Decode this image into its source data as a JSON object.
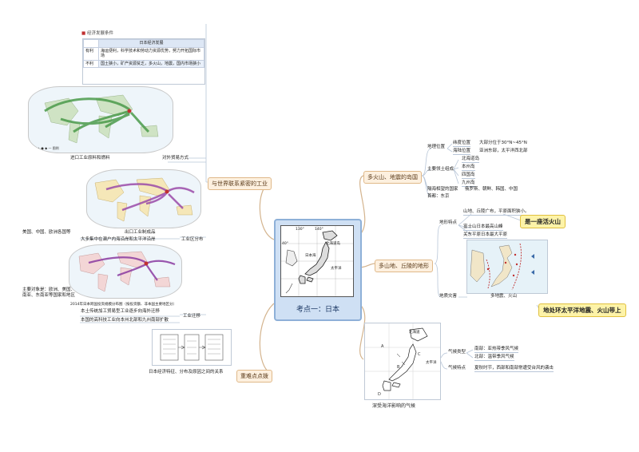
{
  "center": {
    "title": "考点一：日本"
  },
  "left": {
    "industry": {
      "label": "与世界联系紧密的工业",
      "econ_table": {
        "header_tag": "经济发展条件",
        "title": "日本经济发展",
        "rows": [
          {
            "k": "有利",
            "v": "海运便利，科学技术和劳动力资源优势，努力开拓国际市场"
          },
          {
            "k": "不利",
            "v": "国土狭小，矿产资源贫乏，多火山，地震，国内市场狭小"
          }
        ]
      },
      "map1_caption": "进口工业原料和燃料",
      "trade_label": "对外贸易方式",
      "map2_caption": "出口工业制成品",
      "partners": "美国、中国、欧洲各国等",
      "distribution": "大多集中在濑户内海沿岸和太平洋沿岸",
      "distribution_label": "工业区分布",
      "relocation_targets": "主要对象是：欧洲、美国、南亚、东南亚等国家和地区",
      "map3_note": "2014年日本跨国投资规模分布图（按投资额、非本国主要地区分）",
      "relocate_main": "本土传统加工贸易型工业逐步向海外迁移",
      "relocation_label": "工业迁移",
      "hightech": "本国的高科技工业向本州北部和九州南部扩散"
    },
    "difficult": {
      "label": "重难点点拨",
      "caption": "日本经济特征、分布及原因之间的关系"
    }
  },
  "right": {
    "islands": {
      "label": "多火山、地震的岛国",
      "location_label": "地理位置",
      "lat_label": "纬度位置",
      "lat_value": "大部分位于30°N~45°N",
      "sea_label": "海陆位置",
      "sea_value": "亚洲东部，太平洋西北部",
      "main_islands_label": "主要领土组成",
      "main_islands": [
        "北海道岛",
        "本州岛",
        "四国岛",
        "九州岛"
      ],
      "neighbors_label": "隔海相望的国家",
      "neighbors_value": "俄罗斯、朝鲜、韩国、中国",
      "capital": "首都：东京"
    },
    "mountains": {
      "label": "多山地、丘陵的地形",
      "terrain_label": "地形特点",
      "terrain_1": "山地、丘陵广布，平原面积狭小。",
      "volcano_hl": "是一座活火山",
      "fuji": "富士山日本最高山峰",
      "kanto": "关东平原日本最大平原",
      "disaster_label": "地质灾害",
      "map_caption": "多地震、火山",
      "pacific_hl": "地处环太平洋地震、火山带上"
    },
    "climate": {
      "label": "深受海洋影响的气候",
      "type_label": "气候类型",
      "south": "南部：亚热带季风气候",
      "north": "北部：温带季风气候",
      "feature_label": "气候特点",
      "feature": "夏秋时节，西部和南部常遭受台风的袭击"
    }
  },
  "map_labels": {
    "center_lon1": "130°",
    "center_lon2": "140°",
    "center_lat": "40°",
    "hokkaido": "北海道岛",
    "sea_japan": "日本海",
    "pacific": "太平洋",
    "climate_hokkaido": "北海道",
    "climate_ocean": "太平洋"
  },
  "colors": {
    "central_fill": "#cfe0f4",
    "topic_fill": "#fdf0df",
    "branch": "#c9a27a",
    "highlight": "#fdf3a8",
    "arrow_green": "#4a9a4a",
    "arrow_purple": "#9a4aa8"
  }
}
